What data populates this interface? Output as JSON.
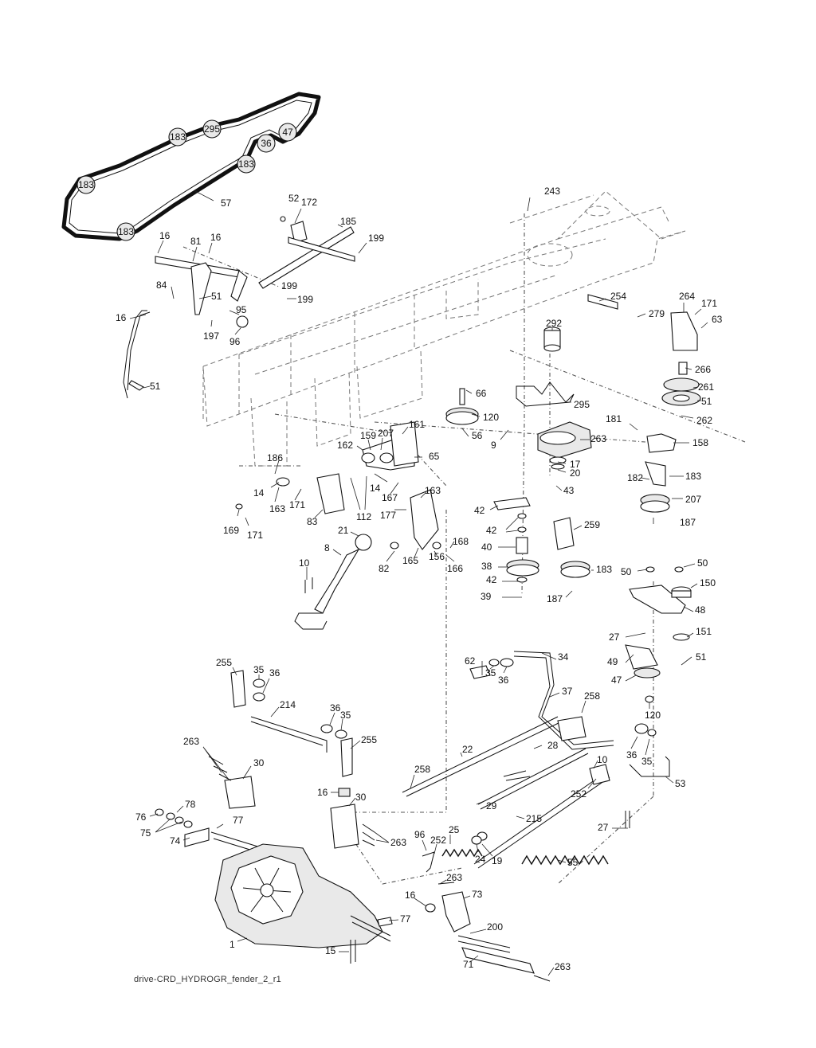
{
  "caption": "drive-CRD_HYDROGR_fender_2_r1",
  "belt_pulley_labels": [
    "183",
    "295",
    "47",
    "36",
    "183",
    "183",
    "183"
  ],
  "callouts": [
    "57",
    "52",
    "172",
    "185",
    "199",
    "16",
    "81",
    "16",
    "199",
    "84",
    "51",
    "199",
    "95",
    "16",
    "197",
    "96",
    "51",
    "243",
    "254",
    "279",
    "264",
    "171",
    "63",
    "292",
    "266",
    "261",
    "51",
    "262",
    "66",
    "295",
    "120",
    "56",
    "9",
    "263",
    "181",
    "158",
    "161",
    "159",
    "207",
    "162",
    "65",
    "17",
    "20",
    "43",
    "182",
    "183",
    "207",
    "186",
    "14",
    "163",
    "171",
    "112",
    "14",
    "167",
    "83",
    "163",
    "177",
    "42",
    "42",
    "259",
    "187",
    "169",
    "171",
    "21",
    "168",
    "40",
    "8",
    "82",
    "165",
    "156",
    "166",
    "38",
    "183",
    "10",
    "42",
    "39",
    "187",
    "50",
    "50",
    "150",
    "48",
    "27",
    "151",
    "62",
    "35",
    "36",
    "34",
    "49",
    "51",
    "47",
    "255",
    "35",
    "36",
    "37",
    "258",
    "214",
    "36",
    "35",
    "120",
    "263",
    "30",
    "255",
    "22",
    "28",
    "36",
    "35",
    "258",
    "10",
    "29",
    "252",
    "53",
    "16",
    "30",
    "76",
    "78",
    "75",
    "74",
    "77",
    "96",
    "252",
    "25",
    "24",
    "19",
    "215",
    "27",
    "263",
    "55",
    "263",
    "73",
    "16",
    "200",
    "77",
    "1",
    "15",
    "71",
    "263"
  ]
}
